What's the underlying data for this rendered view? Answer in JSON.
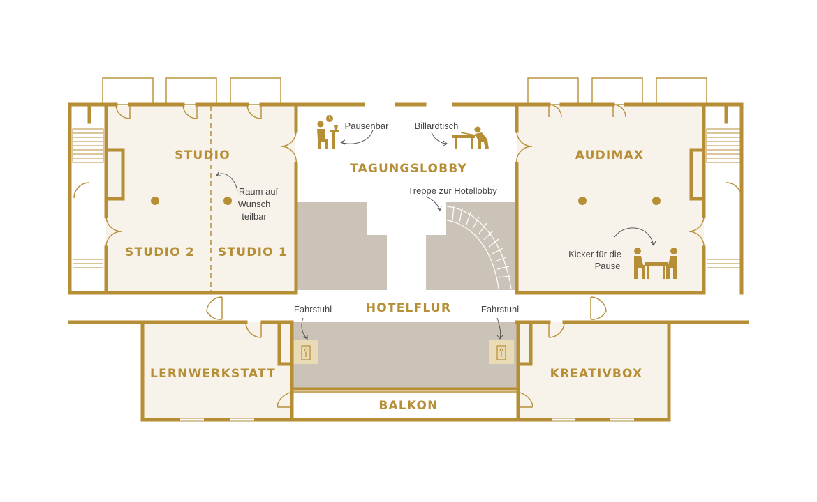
{
  "colors": {
    "wall": "#b68e36",
    "room_fill": "#f8f3ea",
    "core_fill": "#cbc3b7",
    "elevator_fill": "#e8dbb5",
    "text_note": "#444444"
  },
  "rooms": {
    "studio": "STUDIO",
    "studio_2": "STUDIO 2",
    "studio_1": "STUDIO 1",
    "tagungslobby": "TAGUNGSLOBBY",
    "audimax": "AUDIMAX",
    "hotelflur": "HOTELFLUR",
    "lernwerkstatt": "LERNWERKSTATT",
    "kreativbox": "KREATIVBOX",
    "balkon": "BALKON"
  },
  "notes": {
    "raum_line1": "Raum auf",
    "raum_line2": "Wunsch",
    "raum_line3": "teilbar",
    "pausenbar": "Pausenbar",
    "billardtisch": "Billardtisch",
    "treppe": "Treppe zur Hotellobby",
    "kicker_line1": "Kicker für die",
    "kicker_line2": "Pause",
    "fahrstuhl_left": "Fahrstuhl",
    "fahrstuhl_right": "Fahrstuhl"
  },
  "icons": [
    "person-at-bar-icon",
    "clock-icon",
    "billiard-player-icon",
    "foosball-players-icon",
    "elevator-icon",
    "staircase-icon"
  ]
}
